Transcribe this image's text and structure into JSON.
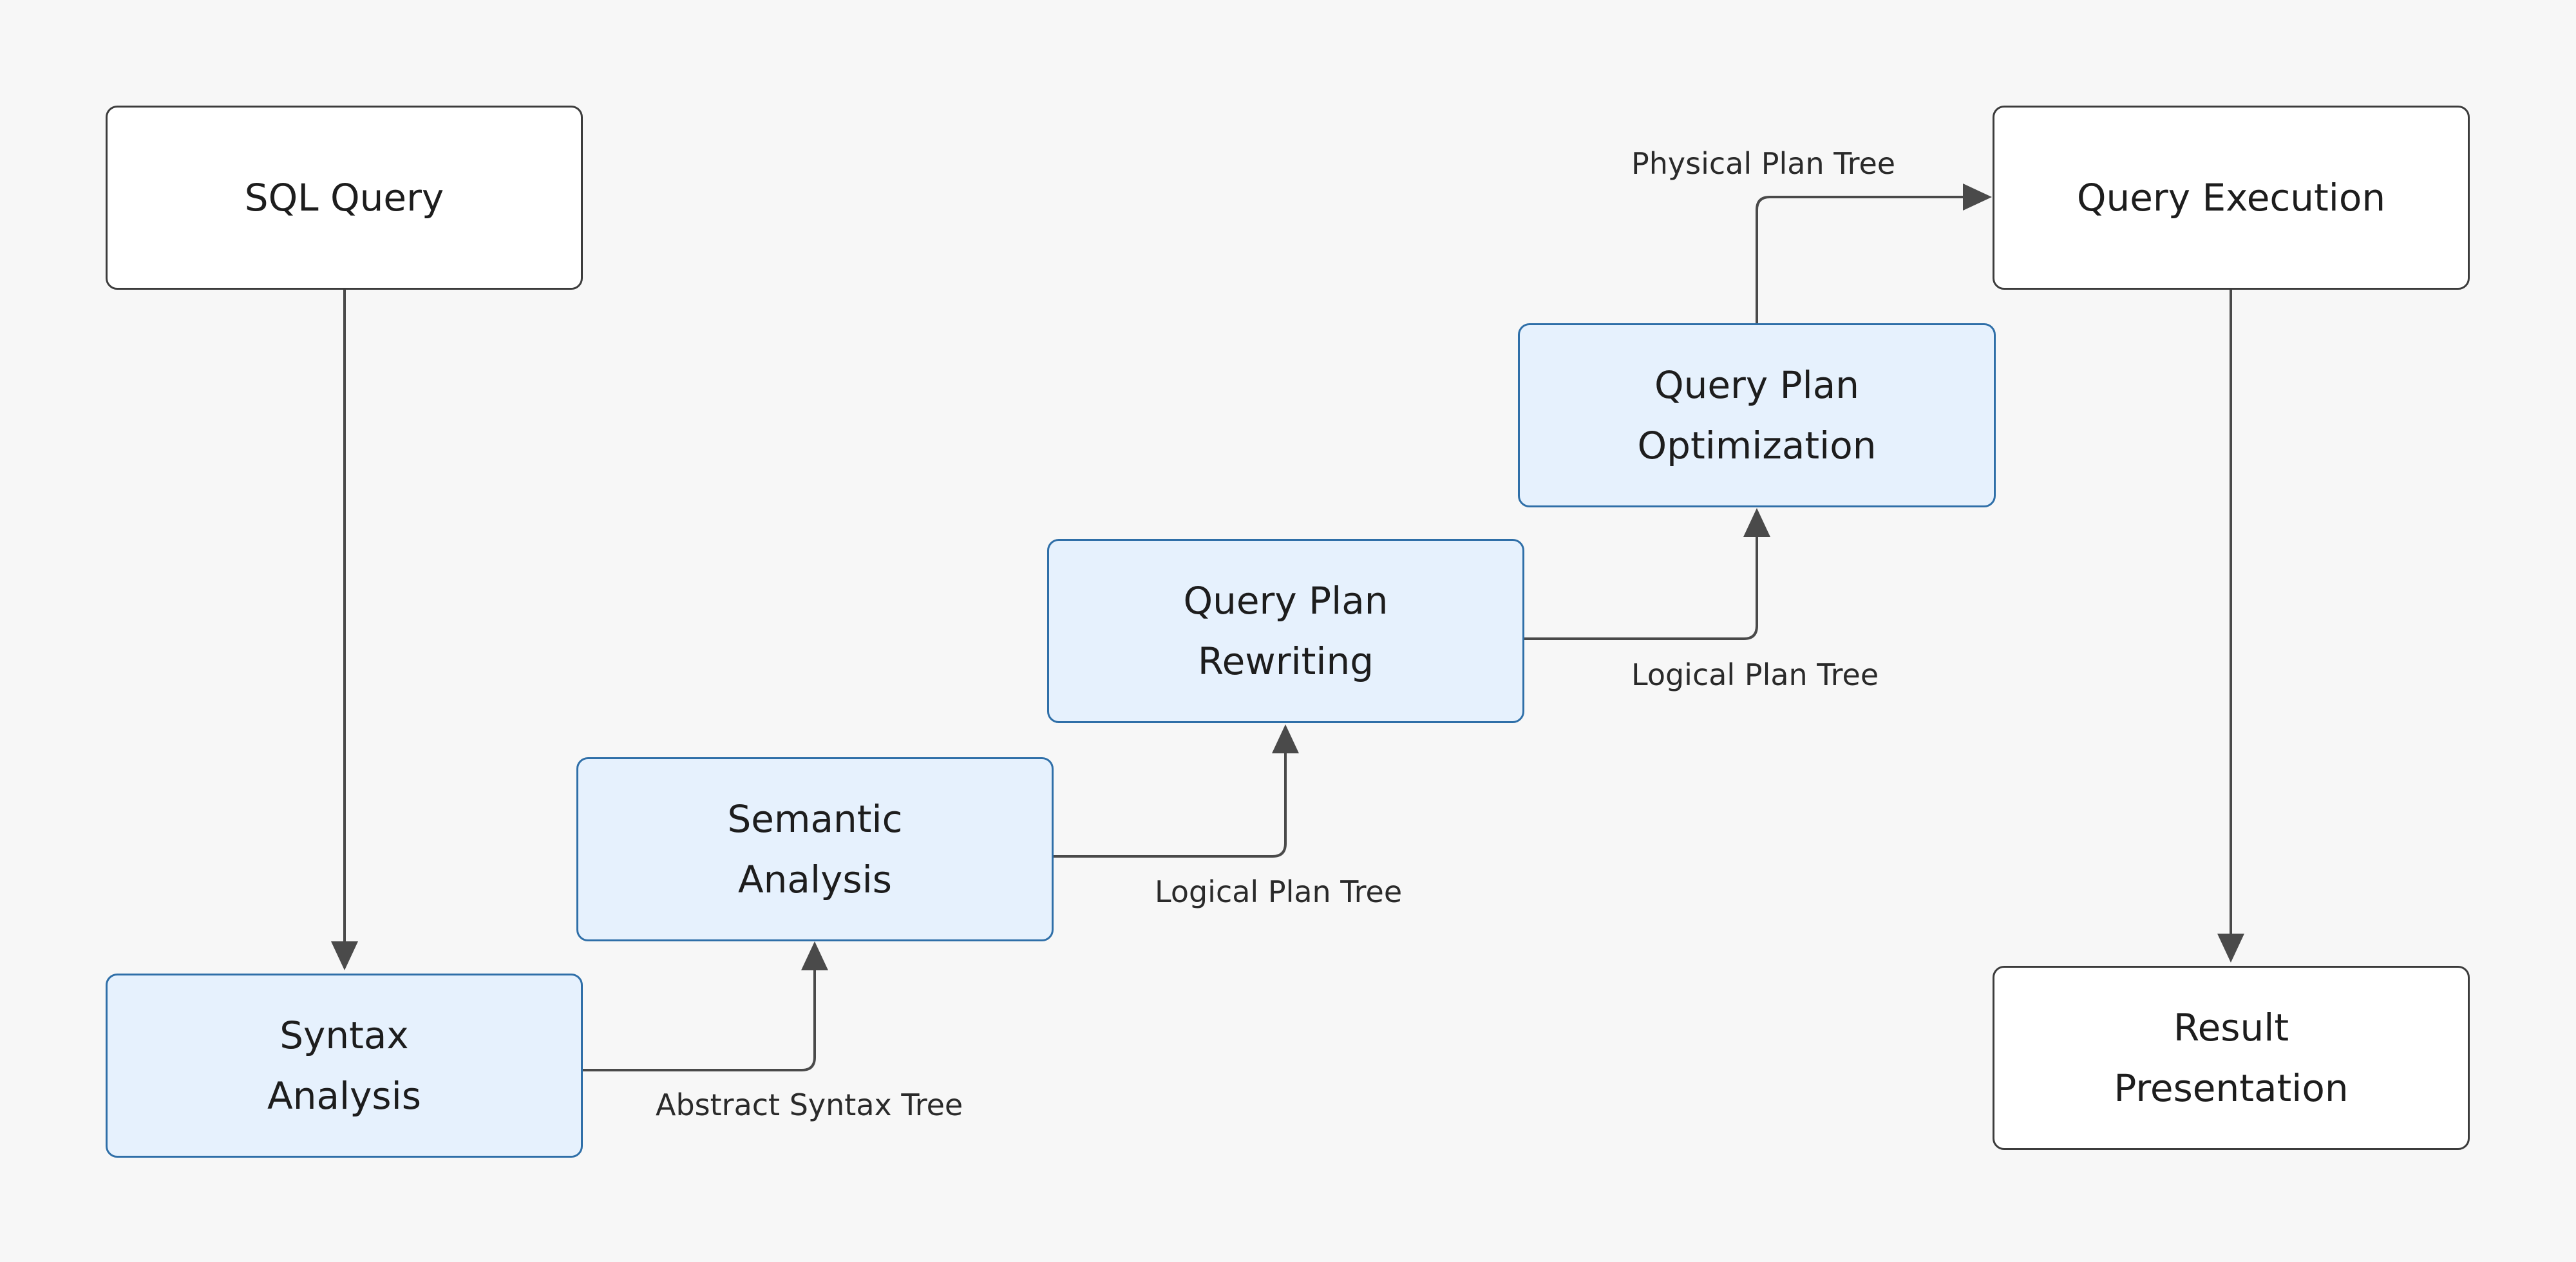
{
  "diagram": {
    "nodes": {
      "sql_query": "SQL Query",
      "syntax_analysis": "Syntax\nAnalysis",
      "semantic_analysis": "Semantic\nAnalysis",
      "plan_rewriting": "Query Plan\nRewriting",
      "plan_optimization": "Query Plan\nOptimization",
      "query_execution": "Query Execution",
      "result_presentation": "Result\nPresentation"
    },
    "edge_labels": {
      "ast": "Abstract Syntax Tree",
      "logical_1": "Logical Plan Tree",
      "logical_2": "Logical Plan Tree",
      "physical": "Physical Plan Tree"
    },
    "colors": {
      "stage_fill": "#e6f1fd",
      "stage_border": "#2f6fa8",
      "plain_border": "#3c3c3c",
      "arrow": "#4a4a4a"
    }
  }
}
